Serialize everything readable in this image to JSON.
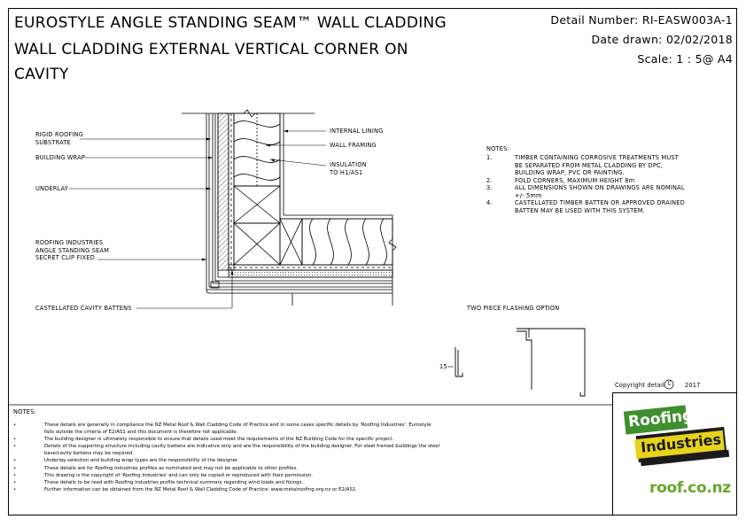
{
  "title": {
    "line1": "EUROSTYLE ANGLE STANDING SEAM™ WALL CLADDING",
    "line2": "WALL CLADDING EXTERNAL VERTICAL CORNER ON",
    "line3": "CAVITY"
  },
  "meta": {
    "detail": "Detail Number:  RI-EASW003A-1",
    "date": "Date drawn:  02/02/2018",
    "scale": "Scale:   1 : 5@ A4"
  },
  "labels": {
    "rigid_1": "RIGID ROOFING",
    "rigid_2": "SUBSTRATE",
    "building_wrap": "BUILDING WRAP",
    "underlay": "UNDERLAY",
    "ri_1": "ROOFING INDUSTRIES",
    "ri_2": "ANGLE STANDING SEAM",
    "ri_3": "SECRET CLIP FIXED",
    "batten": "CASTELLATED CAVITY BATTENS",
    "lining": "INTERNAL LINING",
    "framing": "WALL FRAMING",
    "insul_1": "INSULATION",
    "insul_2": "TO H1/AS1",
    "two_piece": "TWO PIECE FLASHING OPTION",
    "dim15": "15"
  },
  "notes": {
    "heading": "NOTES:",
    "items": [
      {
        "num": "1.",
        "lines": [
          "TIMBER CONTAINING CORROSIVE TREATMENTS MUST",
          "BE SEPARATED FROM METAL CLADDING BY DPC,",
          "BUILDING WRAP, PVC OR PAINTING."
        ]
      },
      {
        "num": "2.",
        "lines": [
          "FOLD CORNERS, MAXIMUM HEIGHT 8m"
        ]
      },
      {
        "num": "3.",
        "lines": [
          "ALL DIMENSIONS SHOWN ON DRAWINGS ARE NOMINAL",
          "+/- 5mm"
        ]
      },
      {
        "num": "4.",
        "lines": [
          "CASTELLATED TIMBER BATTEN OR APPROVED DRAINED",
          "BATTEN MAY BE USED WITH THIS SYSTEM."
        ]
      }
    ]
  },
  "copyright": {
    "text": "Copyright detail",
    "symbol": "C",
    "year": "2017"
  },
  "footer": {
    "heading": "NOTES:",
    "lines": [
      "These details are generally in compliance the NZ Metal Roof & Wall Cladding Code of Practice and in some cases specific details by 'Roofing Industries'.    Eurostyle",
      "falls outside the criteria of E2/AS1 and this document is therefore not applicable.",
      "The building designer is ultimately responsible to ensure that details used meet the requirements of the NZ Building Code for the specific project.",
      "Details of the supporting structure including cavity battens are indicative only and are the responsibility of the building designer.  For steel framed buildings the steel",
      "base/cavity battens may be required.",
      "Underlay selection and building wrap types are the responsibility of the designer.",
      "These details are for Roofing Industries profiles as nominated and may not be applicable to other profiles.",
      "This drawing is the copyright of 'Roofing Industries' and can only be copied or reproduced with their permission.",
      "These details to be read with Roofing Industries profile technical summary regarding wind loads and fixings.",
      "Further information can be obtained from the NZ Metal Roof & Wall Cladding Code of Practice:  www.metalroofing.org.nz or E2/AS1."
    ],
    "bullets": [
      true,
      false,
      true,
      true,
      false,
      true,
      true,
      true,
      true,
      true
    ]
  },
  "logo": {
    "word1": "Roofing",
    "word2": "Industries",
    "site": "roof.co.nz",
    "colors": {
      "green": "#3f8f2e",
      "dark": "#1b1b1b",
      "yellow": "#e8d31a",
      "light": "#6aa62b"
    }
  }
}
